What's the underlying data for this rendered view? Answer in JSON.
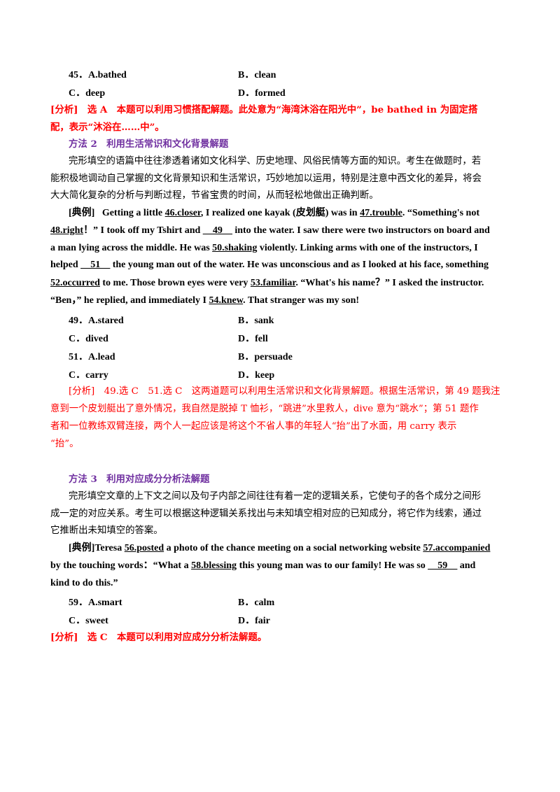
{
  "q45": {
    "a": "45．A.bathed",
    "b": "B．clean",
    "c": "C．deep",
    "d": "D．formed",
    "analysis_l1": "[分析]　选 A　本题可以利用习惯搭配解题。此处意为“海湾沐浴在阳光中”，be bathed in 为固定搭",
    "analysis_l2": "配，表示“沐浴在……中”。"
  },
  "method2": {
    "heading": "方法 2　利用生活常识和文化背景解题",
    "p1": "完形填空的语篇中往往渗透着诸如文化科学、历史地理、风俗民情等方面的知识。考生在做题时，若",
    "p2": "能积极地调动自己掌握的文化背景知识和生活常识，巧妙地加以运用，特别是注意中西文化的差异，将会",
    "p3": "大大简化复杂的分析与判断过程，节省宝贵的时间，从而轻松地做出正确判断。"
  },
  "example2": {
    "label": "[典例]",
    "l1a": "Getting a little ",
    "l1b": "46.closer",
    "l1c": ", I realized one kayak (皮划艇) was in ",
    "l1d": "47.trouble",
    "l1e": ". “Something's not",
    "l2a": "48.right",
    "l2b": "！”  I took off my Tshirt and ",
    "l2c": "__49__",
    "l2d": " into the water. I saw there were two instructors on board and",
    "l3": "a man lying across the middle. He was ",
    "l3b": "50.shaking",
    "l3c": " violently. Linking arms with one of the instructors, I",
    "l4a": "helped ",
    "l4b": "__51__",
    "l4c": " the young man out of the water. He was unconscious and as I looked at his face, something",
    "l5a": "52.occurred",
    "l5b": " to me. Those brown eyes were very ",
    "l5c": "53.familiar",
    "l5d": ". “What's his name？”  I asked the instructor.",
    "l6a": "“Ben，”  he replied, and immediately I ",
    "l6b": "54.knew",
    "l6c": ". That stranger was my son!"
  },
  "q49": {
    "a": "49．A.stared",
    "b": "B．sank",
    "c": "C．dived",
    "d": "D．fell"
  },
  "q51": {
    "a": "51．A.lead",
    "b": "B．persuade",
    "c": "C．carry",
    "d": "D．keep"
  },
  "analysis2": {
    "l1": "[分析]　49.选 C　51.选 C　这两道题可以利用生活常识和文化背景解题。根据生活常识，第 49 题我注",
    "l2": "意到一个皮划艇出了意外情况，我自然是脱掉 T 恤衫，“跳进”水里救人，dive 意为“跳水”；第 51 题作",
    "l3": "者和一位教练双臂连接，两个人一起应该是将这个不省人事的年轻人“抬”出了水面，用 carry 表示",
    "l4": "“抬”。"
  },
  "method3": {
    "heading": "方法 3　利用对应成分分析法解题",
    "p1": "完形填空文章的上下文之间以及句子内部之间往往有着一定的逻辑关系，它使句子的各个成分之间形",
    "p2": "成一定的对应关系。考生可以根据这种逻辑关系找出与未知填空相对应的已知成分，将它作为线索，通过",
    "p3": "它推断出未知填空的答案。"
  },
  "example3": {
    "l1a": "[典例]Teresa ",
    "l1b": "56.posted",
    "l1c": " a photo of the chance meeting on a social networking website ",
    "l1d": "57.accompanied",
    "l2a": "by the touching words：“What a ",
    "l2b": "58.blessing",
    "l2c": " this young man was to our family! He was so ",
    "l2d": "__59__",
    "l2e": " and",
    "l3": "kind to do this.”"
  },
  "q59": {
    "a": "59．A.smart",
    "b": "B．calm",
    "c": "C．sweet",
    "d": "D．fair"
  },
  "analysis3": "[分析]　选 C　本题可以利用对应成分分析法解题。"
}
